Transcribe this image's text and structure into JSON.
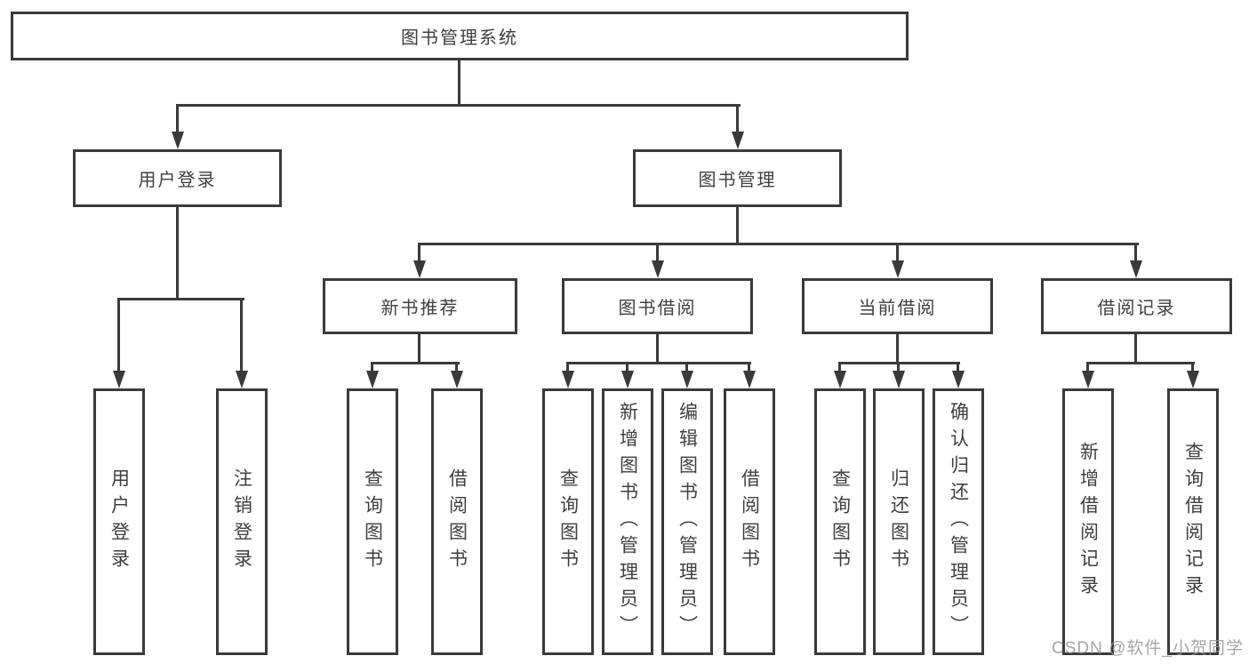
{
  "diagram": {
    "root": {
      "label": "图书管理系统"
    },
    "branches": [
      {
        "label": "用户登录",
        "children": [
          {
            "label": "用户登录"
          },
          {
            "label": "注销登录"
          }
        ]
      },
      {
        "label": "图书管理",
        "children": [
          {
            "label": "新书推荐",
            "children": [
              {
                "label": "查询图书"
              },
              {
                "label": "借阅图书"
              }
            ]
          },
          {
            "label": "图书借阅",
            "children": [
              {
                "label": "查询图书"
              },
              {
                "label": "新增图书（管理员）"
              },
              {
                "label": "编辑图书（管理员）"
              },
              {
                "label": "借阅图书"
              }
            ]
          },
          {
            "label": "当前借阅",
            "children": [
              {
                "label": "查询图书"
              },
              {
                "label": "归还图书"
              },
              {
                "label": "确认归还（管理员）"
              }
            ]
          },
          {
            "label": "借阅记录",
            "children": [
              {
                "label": "新增借阅记录"
              },
              {
                "label": "查询借阅记录"
              }
            ]
          }
        ]
      }
    ]
  },
  "watermark": {
    "text": "CSDN @软件_小贺同学",
    "color": "#9a9a9a"
  },
  "colors": {
    "line": "#3a3a3a",
    "text": "#3f3f3f",
    "background": "#ffffff"
  }
}
